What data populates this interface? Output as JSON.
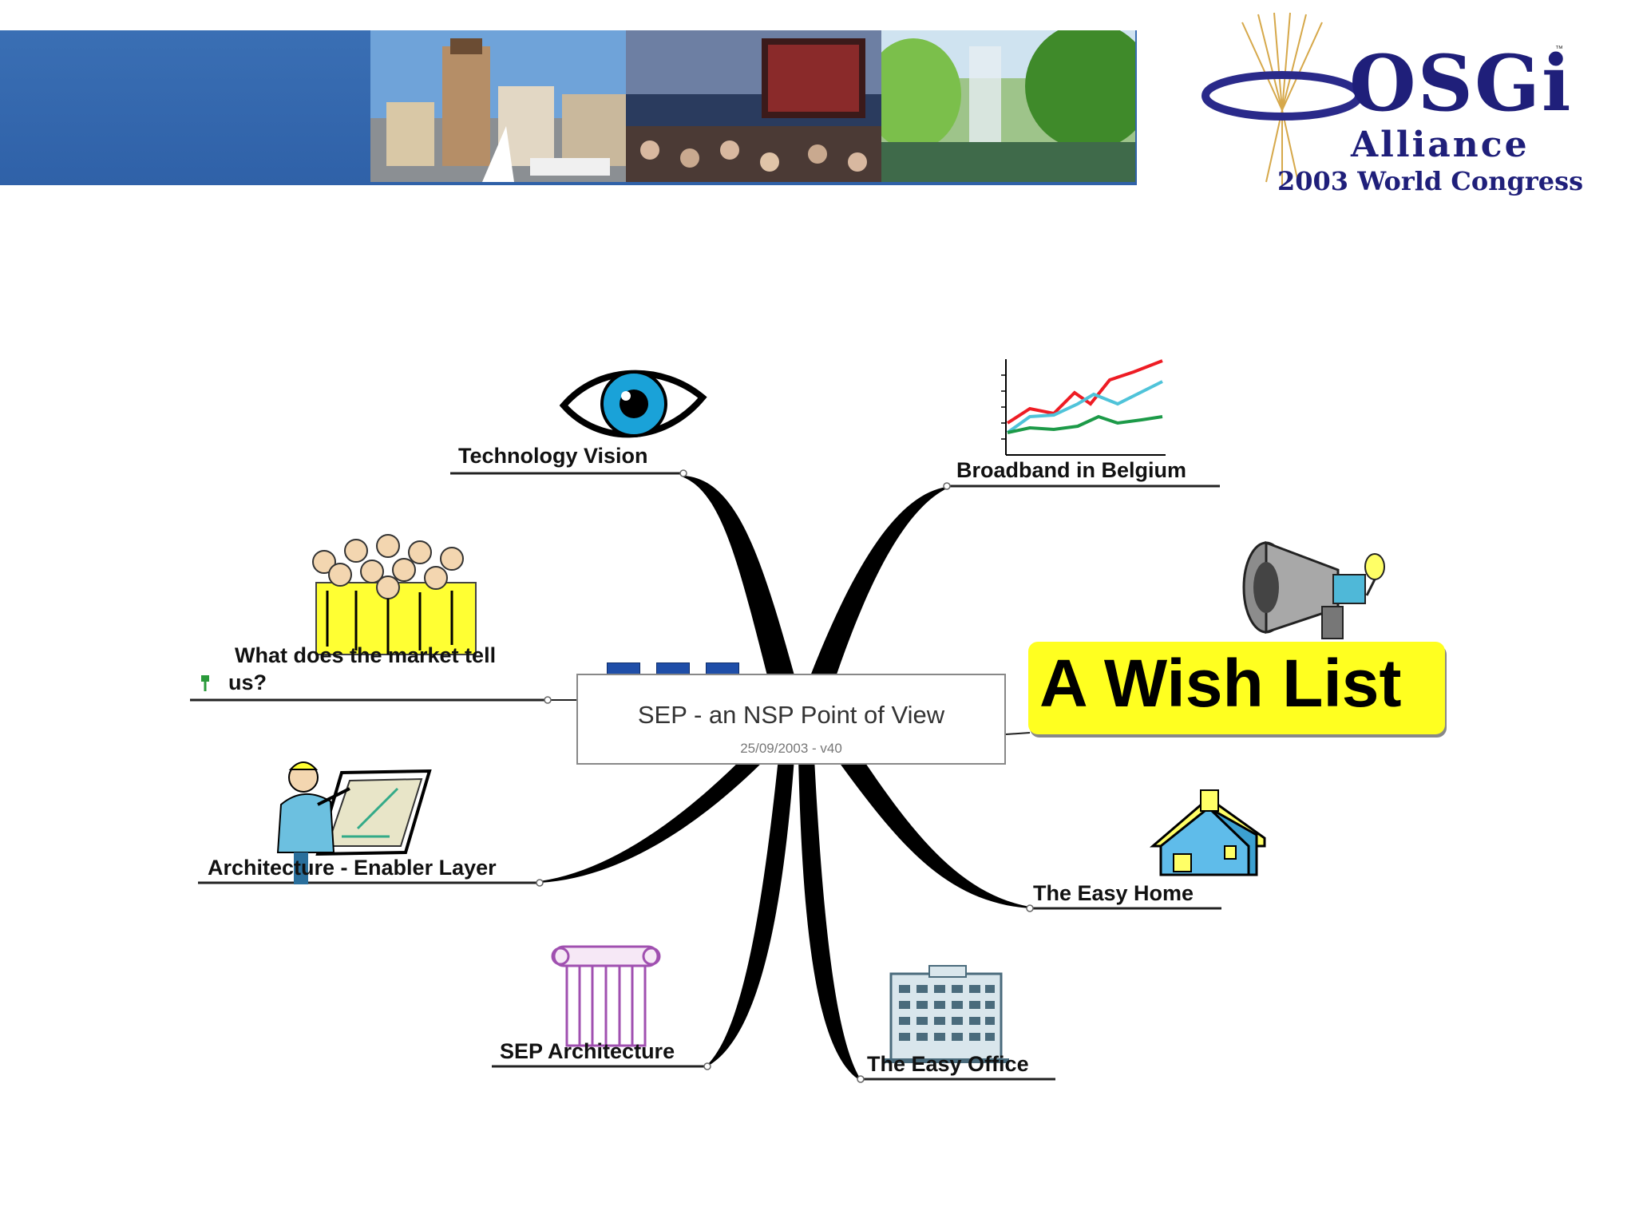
{
  "header": {
    "logo": {
      "name": "OSGi",
      "tm": "™",
      "subtitle": "Alliance",
      "event": "2003 World Congress"
    }
  },
  "mind_map": {
    "center": {
      "title": "SEP - an NSP Point of View",
      "subtitle": "25/09/2003 - v40"
    },
    "highlight": "A Wish List",
    "branches": {
      "technology_vision": "Technology Vision",
      "broadband": "Broadband in Belgium",
      "market_line1": "What does the market tell",
      "market_line2": "us?",
      "architecture_enabler": "Architecture - Enabler Layer",
      "easy_home": "The Easy Home",
      "sep_architecture": "SEP Architecture",
      "easy_office": "The Easy Office"
    },
    "icons": [
      "eye-icon",
      "line-chart-icon",
      "crowd-icon",
      "megaphone-icon",
      "architect-icon",
      "house-icon",
      "column-icon",
      "office-building-icon"
    ]
  },
  "colors": {
    "header_blue": "#2f61a8",
    "logo_navy": "#1f1f7a",
    "highlight_yellow": "#ffff20",
    "branch_black": "#000000"
  }
}
